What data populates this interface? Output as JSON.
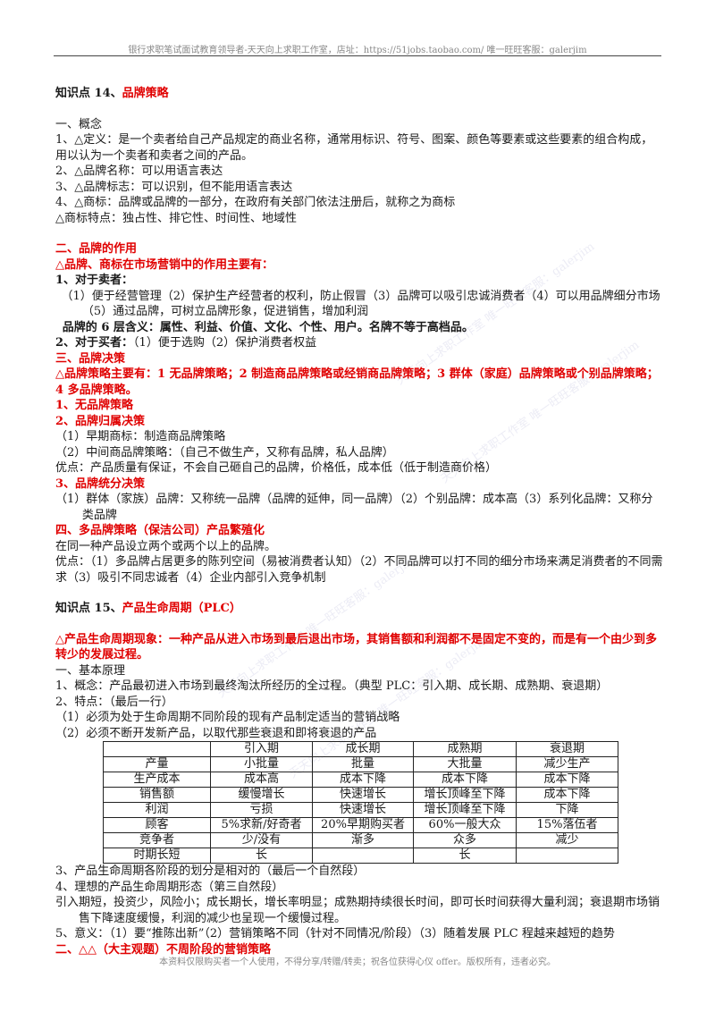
{
  "header": "银行求职笔试面试教育领导者-天天向上求职工作室，店址：https://51jobs.taobao.com/ 唯一旺旺客服：galerjim",
  "watermark": "天天向上求职工作室 唯一旺旺客服：galerjim",
  "footer": "本资料仅限购买者一个人使用，不得分享/转赠/转卖；祝各位获得心仪 offer。版权所有，违者必究。",
  "s14": {
    "title_a": "知识点 14、",
    "title_b": "品牌策略",
    "concept_h": "一、概念",
    "c1": "1、△定义：是一个卖者给自己产品规定的商业名称，通常用标识、符号、图案、颜色等要素或这些要素的组合构成，用以认为一个卖者和卖者之间的产品。",
    "c2": "2、△品牌名称：可以用语言表达",
    "c3": "3、△品牌标志：可以识别，但不能用语言表达",
    "c4": "4、△商标：品牌或品牌的一部分，在政府有关部门依法注册后，就称之为商标",
    "c5": "△商标特点：独占性、排它性、时间性、地域性",
    "role_h": "二、品牌的作用",
    "role_sub": "△品牌、商标在市场营销中的作用主要有：",
    "seller_h": "1、对于卖者：",
    "seller_1": "（1）便于经营管理（2）保护生产经营者的权利，防止假冒（3）品牌可以吸引忠诚消费者（4）可以用品牌细分市场（5）通过品牌，可树立品牌形象，促进销售，增加利润",
    "six_meaning": "品牌的 6 层含义：属性、利益、价值、文化、个性、用户。名牌不等于高档品。",
    "buyer_h": "2、对于买者：",
    "buyer_1": "（1）便于选购（2）保护消费者权益",
    "dec_h": "三、品牌决策",
    "dec_sub": "△品牌策略主要有：1 无品牌策略；2 制造商品牌策略或经销商品牌策略；3 群体（家庭）品牌策略或个别品牌策略；4 多品牌策略。",
    "d1": "1、无品牌策略",
    "d2": "2、品牌归属决策",
    "d2_1": "（1）早期商标：制造商品牌策略",
    "d2_2": "（2）中间商品牌策略：（自己不做生产，又称有品牌，私人品牌）",
    "d2_3": "优点：产品质量有保证，不会自己砸自己的品牌，价格低，成本低（低于制造商价格）",
    "d3": "3、品牌统分决策",
    "d3_1": "（1）群体（家族）品牌：又称统一品牌（品牌的延伸，同一品牌）（2）个别品牌：成本高（3）系列化品牌：又称分类品牌",
    "d4": "四、多品牌策略（保洁公司）产品繁殖化",
    "d4_1": "在同一种产品设立两个或两个以上的品牌。",
    "d4_2": "优点：（1）多品牌占居更多的陈列空间（易被消费者认知）（2）不同品牌可以打不同的细分市场来满足消费者的不同需求（3）吸引不同忠诚者（4）企业内部引入竞争机制"
  },
  "s15": {
    "title_a": "知识点 15、",
    "title_b": "产品生命周期（PLC）",
    "phen": "△产品生命周期现象：一种产品从进入市场到最后退出市场，其销售额和利润都不是固定不变的，而是有一个由少到多转少的发展过程。",
    "basic_h": "一、基本原理",
    "b1": "1、概念：产品最初进入市场到最终淘汰所经历的全过程。（典型 PLC：引入期、成长期、成熟期、衰退期）",
    "b2": "2、特点：（最后一行）",
    "b2_1": "（1）必须为处于生命周期不同阶段的现有产品制定适当的营销战略",
    "b2_2": "（2）必须不断开发新产品，以取代那些衰退和即将衰退的产品",
    "table": {
      "header": [
        "",
        "引入期",
        "成长期",
        "成熟期",
        "衰退期"
      ],
      "rows": [
        [
          "产量",
          "小批量",
          "批量",
          "大批量",
          "减少生产"
        ],
        [
          "生产成本",
          "成本高",
          "成本下降",
          "成本下降",
          "成本下降"
        ],
        [
          "销售额",
          "缓慢增长",
          "快速增长",
          "增长顶峰至下降",
          "成本下降"
        ],
        [
          "利润",
          "亏损",
          "快速增长",
          "增长顶峰至下降",
          "下降"
        ],
        [
          "顾客",
          "5%求新/好奇者",
          "20%早期购买者",
          "60%一般大众",
          "15%落伍者"
        ],
        [
          "竞争者",
          "少/没有",
          "渐多",
          "众多",
          "减少"
        ],
        [
          "时期长短",
          "长",
          "",
          "长",
          ""
        ]
      ]
    },
    "b3": "3、产品生命周期各阶段的划分是相对的（最后一个自然段）",
    "b4": "4、理想的产品生命周期形态（第三自然段）",
    "b4_1": "引入期短，投资少，风险小；成长期长，增长率明显；成熟期持续很长时间，即可长时间获得大量利润；衰退期市场销售下降速度缓慢，利润的减少也呈现一个缓慢过程。",
    "b5": "5、意义：（1）要“推陈出新”（2）营销策略不同（针对不同情况/阶段）（3）随着发展 PLC 程越来越短的趋势",
    "two": "二、△△（大主观题）不周阶段的营销策略"
  }
}
